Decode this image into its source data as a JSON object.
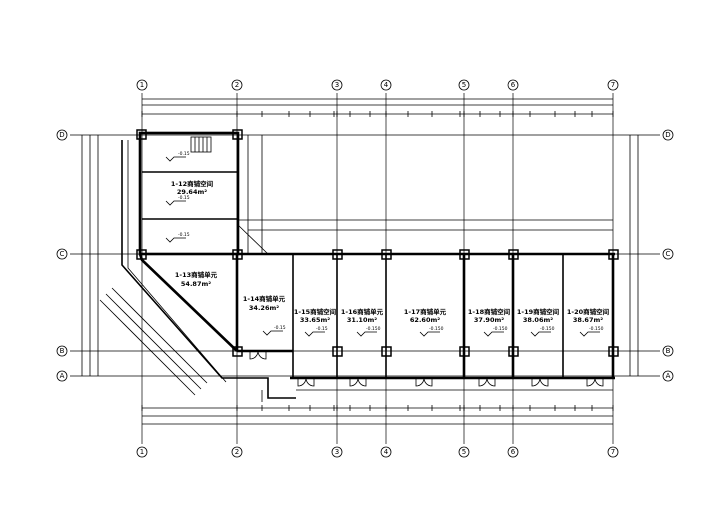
{
  "grid": {
    "columns": [
      "1",
      "2",
      "3",
      "4",
      "5",
      "6",
      "7"
    ],
    "rows": [
      "D",
      "C",
      "B",
      "A"
    ]
  },
  "rooms": [
    {
      "id": "r12",
      "name": "1-12商铺空间",
      "area": "29.64m²",
      "elev": "-0.15"
    },
    {
      "id": "r13",
      "name": "1-13商铺单元",
      "area": "54.87m²",
      "elev": ""
    },
    {
      "id": "r14",
      "name": "1-14商铺单元",
      "area": "34.26m²",
      "elev": "-0.15"
    },
    {
      "id": "r15",
      "name": "1-15商铺空间",
      "area": "33.65m²",
      "elev": "-0.15"
    },
    {
      "id": "r16",
      "name": "1-16商铺单元",
      "area": "31.10m²",
      "elev": "-0.150"
    },
    {
      "id": "r17",
      "name": "1-17商铺单元",
      "area": "62.60m²",
      "elev": "-0.150"
    },
    {
      "id": "r18",
      "name": "1-18商铺空间",
      "area": "37.90m²",
      "elev": "-0.150"
    },
    {
      "id": "r19",
      "name": "1-19商铺空间",
      "area": "38.06m²",
      "elev": "-0.150"
    },
    {
      "id": "r20",
      "name": "1-20商铺空间",
      "area": "38.67m²",
      "elev": "-0.150"
    }
  ],
  "misc_elevations": {
    "room_top": "-0.15",
    "room_mid": "-0.15"
  }
}
